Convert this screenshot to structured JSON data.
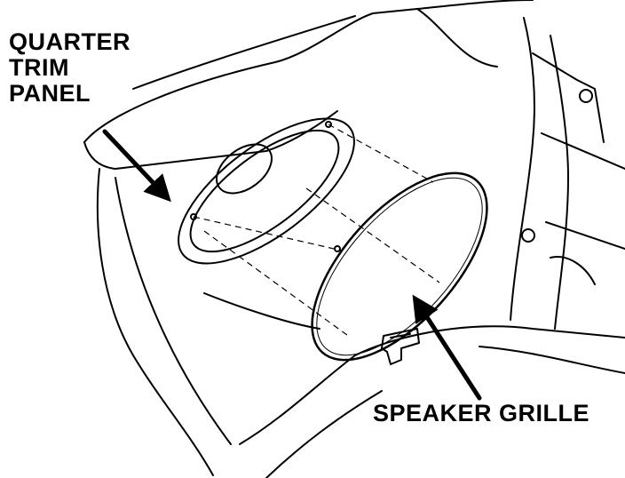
{
  "callouts": {
    "quarter_trim_panel": [
      "QUARTER",
      "TRIM",
      "PANEL"
    ],
    "speaker_grille": "SPEAKER GRILLE"
  },
  "colors": {
    "ink": "#000000",
    "paper": "#ffffff"
  }
}
